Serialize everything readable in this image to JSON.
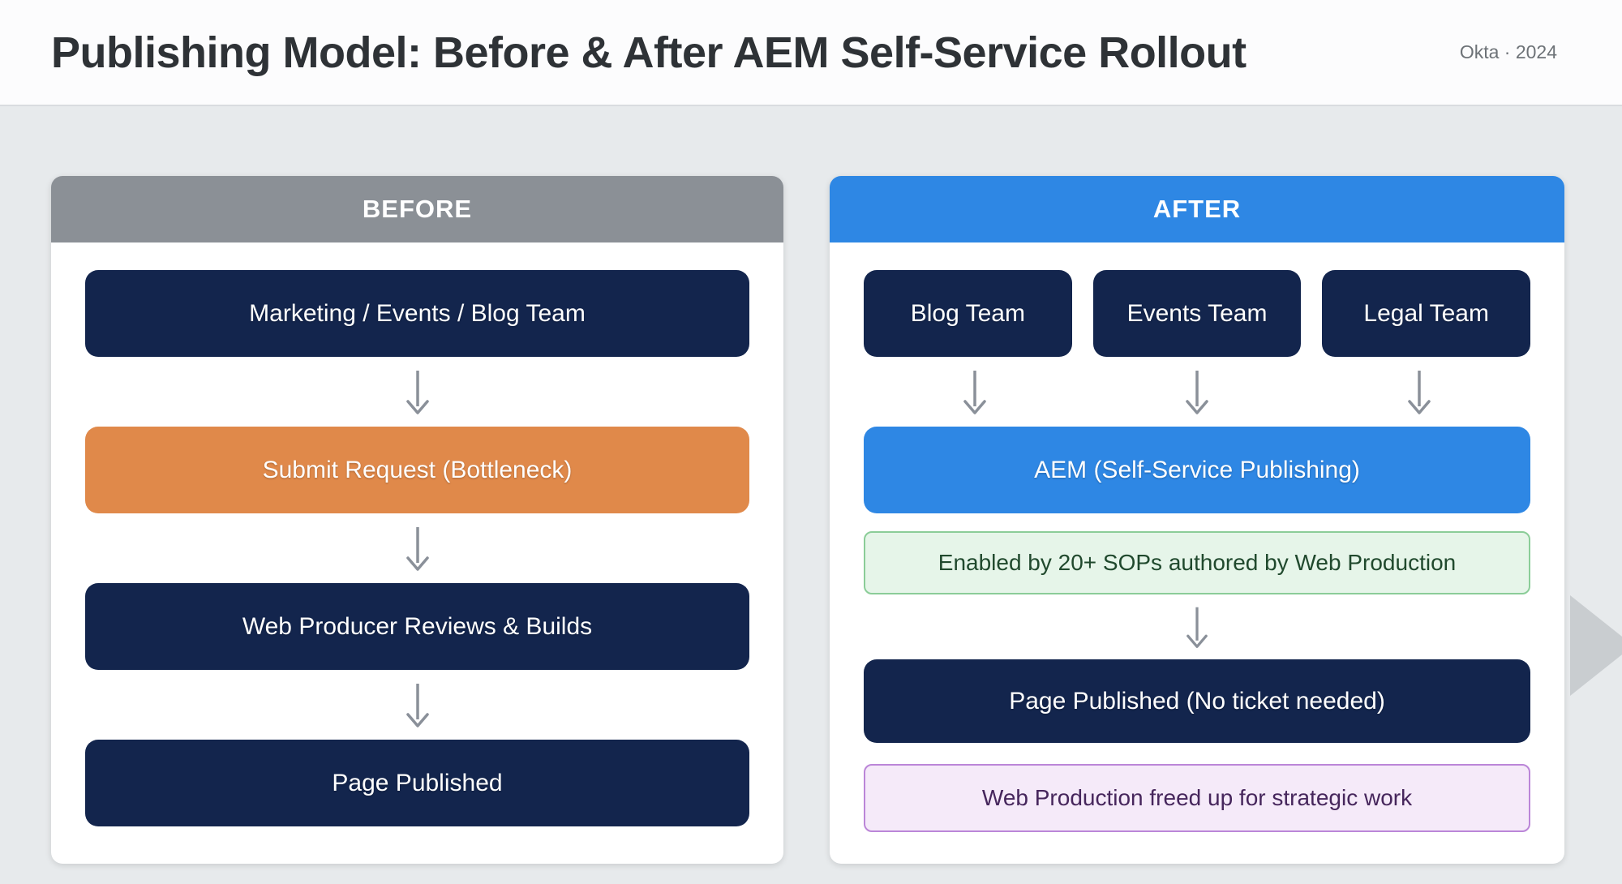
{
  "header": {
    "title": "Publishing Model: Before & After AEM Self-Service Rollout",
    "source": "Okta · 2024"
  },
  "before": {
    "title": "BEFORE",
    "steps": [
      {
        "label": "Marketing / Events / Blog Team"
      },
      {
        "label": "Submit Request (Bottleneck)"
      },
      {
        "label": "Web Producer Reviews & Builds"
      },
      {
        "label": "Page Published"
      }
    ]
  },
  "after": {
    "title": "AFTER",
    "teams": [
      {
        "label": "Blog Team"
      },
      {
        "label": "Events Team"
      },
      {
        "label": "Legal Team"
      }
    ],
    "aem_label": "AEM (Self-Service Publishing)",
    "green_note": "Enabled by 20+ SOPs authored by Web Production",
    "published_label": "Page Published (No ticket needed)",
    "purple_note": "Web Production freed up for strategic work"
  },
  "colors": {
    "navy": "#13254d",
    "orange": "#e0894a",
    "blue": "#2e87e4",
    "gray_header": "#8b9096",
    "green_bg": "#e6f5e9",
    "green_border": "#8bcd98",
    "purple_bg": "#f5eaf9",
    "purple_border": "#bb86d8",
    "page_background": "#e7eaec"
  }
}
